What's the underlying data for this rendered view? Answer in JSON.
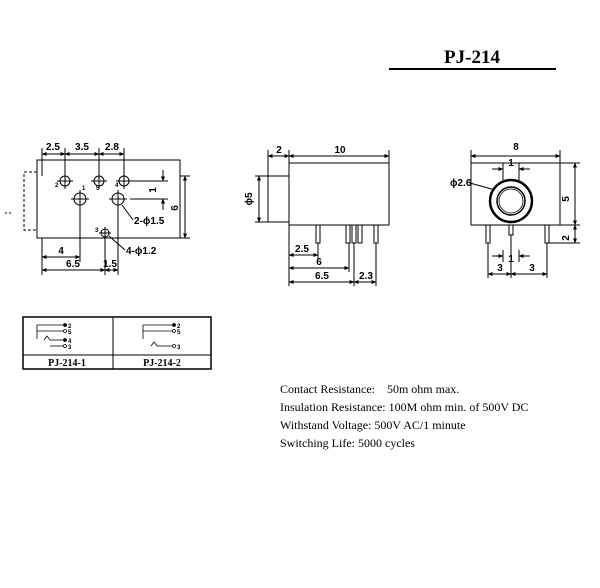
{
  "title": "PJ-214",
  "left_view": {
    "top_dims": [
      "2.5",
      "3.5",
      "2.8"
    ],
    "pin_numbers": [
      "2",
      "5",
      "4",
      "1",
      "3"
    ],
    "right_dims": [
      "1",
      "6"
    ],
    "hole_callouts": [
      "2-ϕ1.5",
      "4-ϕ1.2"
    ],
    "bottom_dims": [
      "4",
      "6.5",
      "1.5"
    ]
  },
  "side_view": {
    "top_dims": [
      "2",
      "10"
    ],
    "left_dim": "ϕ5",
    "bottom_dims": [
      "2.5",
      "6",
      "6.5",
      "2.3"
    ]
  },
  "front_view": {
    "top_dims": [
      "8",
      "1"
    ],
    "bore_callout": "ϕ2.6",
    "right_dims": [
      "5",
      "2"
    ],
    "bottom_dims": [
      "1",
      "3",
      "3"
    ]
  },
  "variants_table": {
    "pin_labels": [
      "2",
      "5",
      "4",
      "3"
    ],
    "columns": [
      "PJ-214-1",
      "PJ-214-2"
    ]
  },
  "specs": [
    "Contact Resistance:    50m ohm max.",
    "Insulation Resistance: 100M ohm min. of 500V DC",
    "Withstand Voltage: 500V AC/1 minute",
    "Switching Life: 5000 cycles"
  ]
}
